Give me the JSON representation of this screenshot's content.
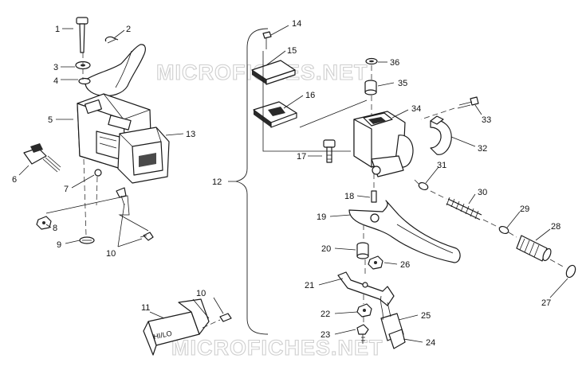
{
  "watermark": {
    "text": "MICROFICHES.NET"
  },
  "switch_label": "HI/LO",
  "callouts": [
    {
      "number": "1"
    },
    {
      "number": "2"
    },
    {
      "number": "3"
    },
    {
      "number": "4"
    },
    {
      "number": "5"
    },
    {
      "number": "6"
    },
    {
      "number": "7"
    },
    {
      "number": "8"
    },
    {
      "number": "9"
    },
    {
      "number": "10"
    },
    {
      "number": "10"
    },
    {
      "number": "11"
    },
    {
      "number": "12"
    },
    {
      "number": "13"
    },
    {
      "number": "14"
    },
    {
      "number": "15"
    },
    {
      "number": "16"
    },
    {
      "number": "17"
    },
    {
      "number": "18"
    },
    {
      "number": "19"
    },
    {
      "number": "20"
    },
    {
      "number": "21"
    },
    {
      "number": "22"
    },
    {
      "number": "23"
    },
    {
      "number": "24"
    },
    {
      "number": "25"
    },
    {
      "number": "26"
    },
    {
      "number": "27"
    },
    {
      "number": "28"
    },
    {
      "number": "29"
    },
    {
      "number": "30"
    },
    {
      "number": "31"
    },
    {
      "number": "32"
    },
    {
      "number": "33"
    },
    {
      "number": "34"
    },
    {
      "number": "35"
    },
    {
      "number": "36"
    }
  ]
}
